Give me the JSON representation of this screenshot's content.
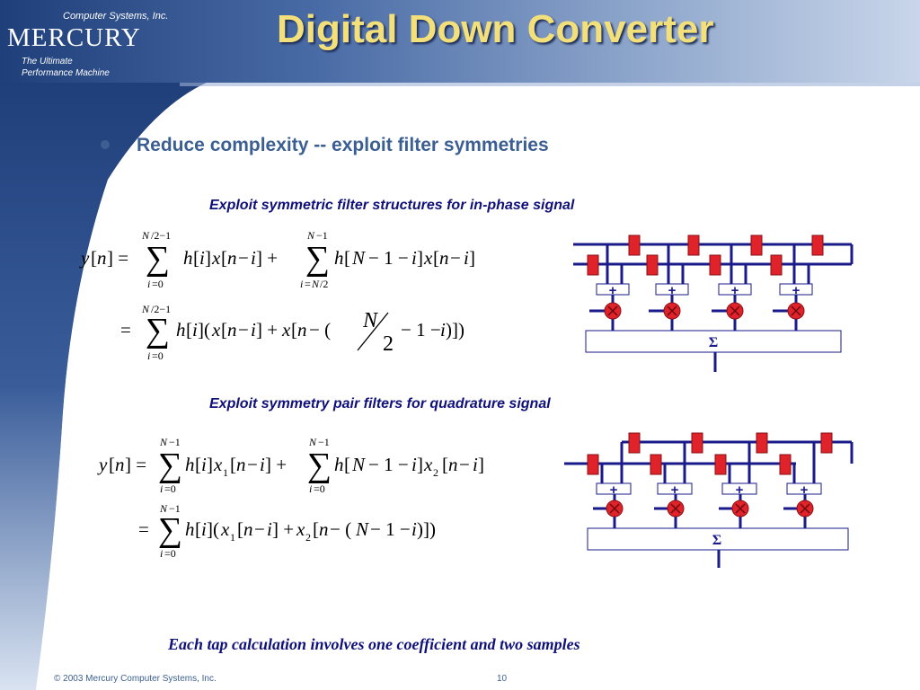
{
  "header": {
    "logo_company_line": "Computer Systems, Inc.",
    "logo_brand": "MERCURY",
    "logo_tagline_1": "The Ultimate",
    "logo_tagline_2": "Performance Machine",
    "title": "Digital Down Converter"
  },
  "body": {
    "bullet": "Reduce complexity -- exploit filter symmetries",
    "section_inphase": "Exploit symmetric filter structures for in-phase signal",
    "section_quadrature": "Exploit symmetry pair filters for quadrature signal",
    "summary": "Each tap calculation involves one coefficient and two samples"
  },
  "diagrams": {
    "adder_symbol": "+",
    "sum_symbol": "Σ",
    "wire_color": "#1a1a8a",
    "delay_color": "#e0222a",
    "multiplier_color": "#e0222a"
  },
  "footer": {
    "copyright": "© 2003 Mercury Computer Systems, Inc.",
    "page_number": "10"
  },
  "theme": {
    "header_blue": "#1f3f7a",
    "title_yellow": "#f3e07a",
    "text_blue": "#3b5f92",
    "subtitle_navy": "#10107a"
  }
}
